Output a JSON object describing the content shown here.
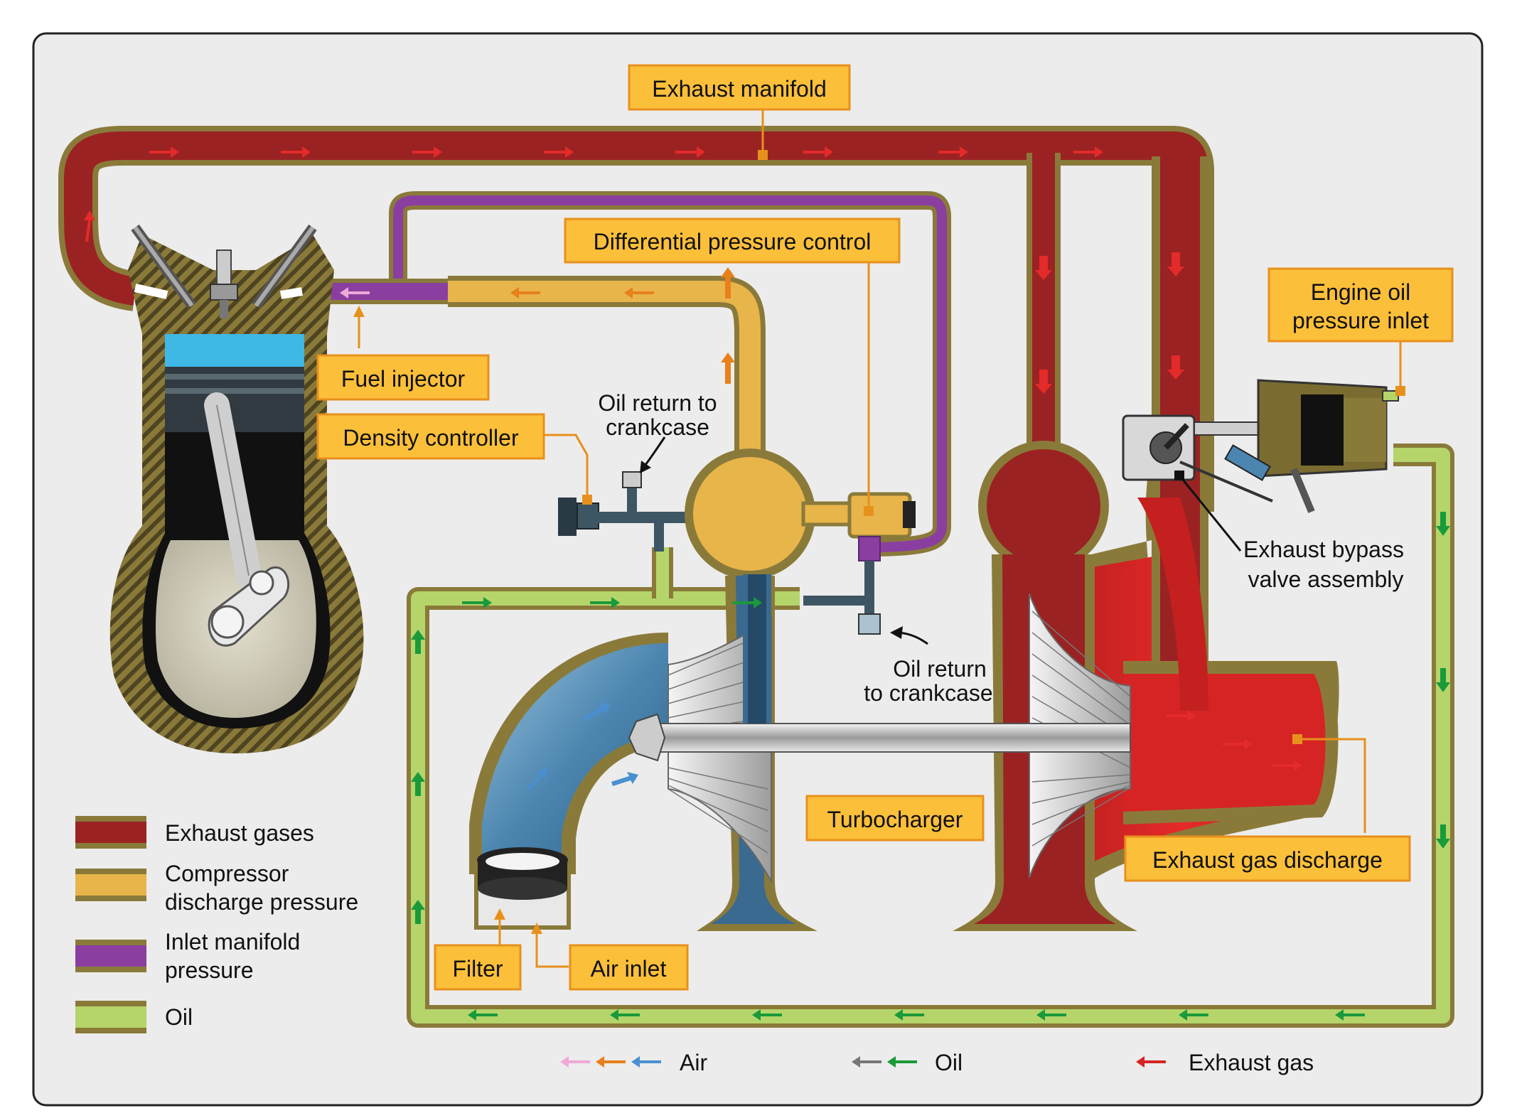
{
  "labels": {
    "exhaust_manifold": "Exhaust manifold",
    "differential_pressure_control": "Differential pressure control",
    "fuel_injector": "Fuel injector",
    "density_controller": "Density controller",
    "oil_return_top_1": "Oil return to",
    "oil_return_top_2": "crankcase",
    "oil_return_mid_1": "Oil return",
    "oil_return_mid_2": "to crankcase",
    "engine_oil_pressure_inlet_1": "Engine oil",
    "engine_oil_pressure_inlet_2": "pressure inlet",
    "exhaust_bypass_valve_1": "Exhaust bypass",
    "exhaust_bypass_valve_2": "valve assembly",
    "turbocharger": "Turbocharger",
    "exhaust_gas_discharge": "Exhaust gas discharge",
    "filter": "Filter",
    "air_inlet": "Air inlet"
  },
  "legend": {
    "exhaust_gases": "Exhaust gases",
    "compressor_1": "Compressor",
    "compressor_2": "discharge pressure",
    "inlet_manifold_1": "Inlet manifold",
    "inlet_manifold_2": "pressure",
    "oil": "Oil"
  },
  "arrow_legend": {
    "air": "Air",
    "oil": "Oil",
    "exhaust_gas": "Exhaust gas"
  },
  "colors": {
    "exhaust": "#9b2222",
    "compressor": "#e8b54a",
    "inlet_manifold": "#8a3fa0",
    "oil": "#b5d56a",
    "casing": "#8a7a3a",
    "callout": "#fbbf3a",
    "callout_border": "#e8901c"
  }
}
